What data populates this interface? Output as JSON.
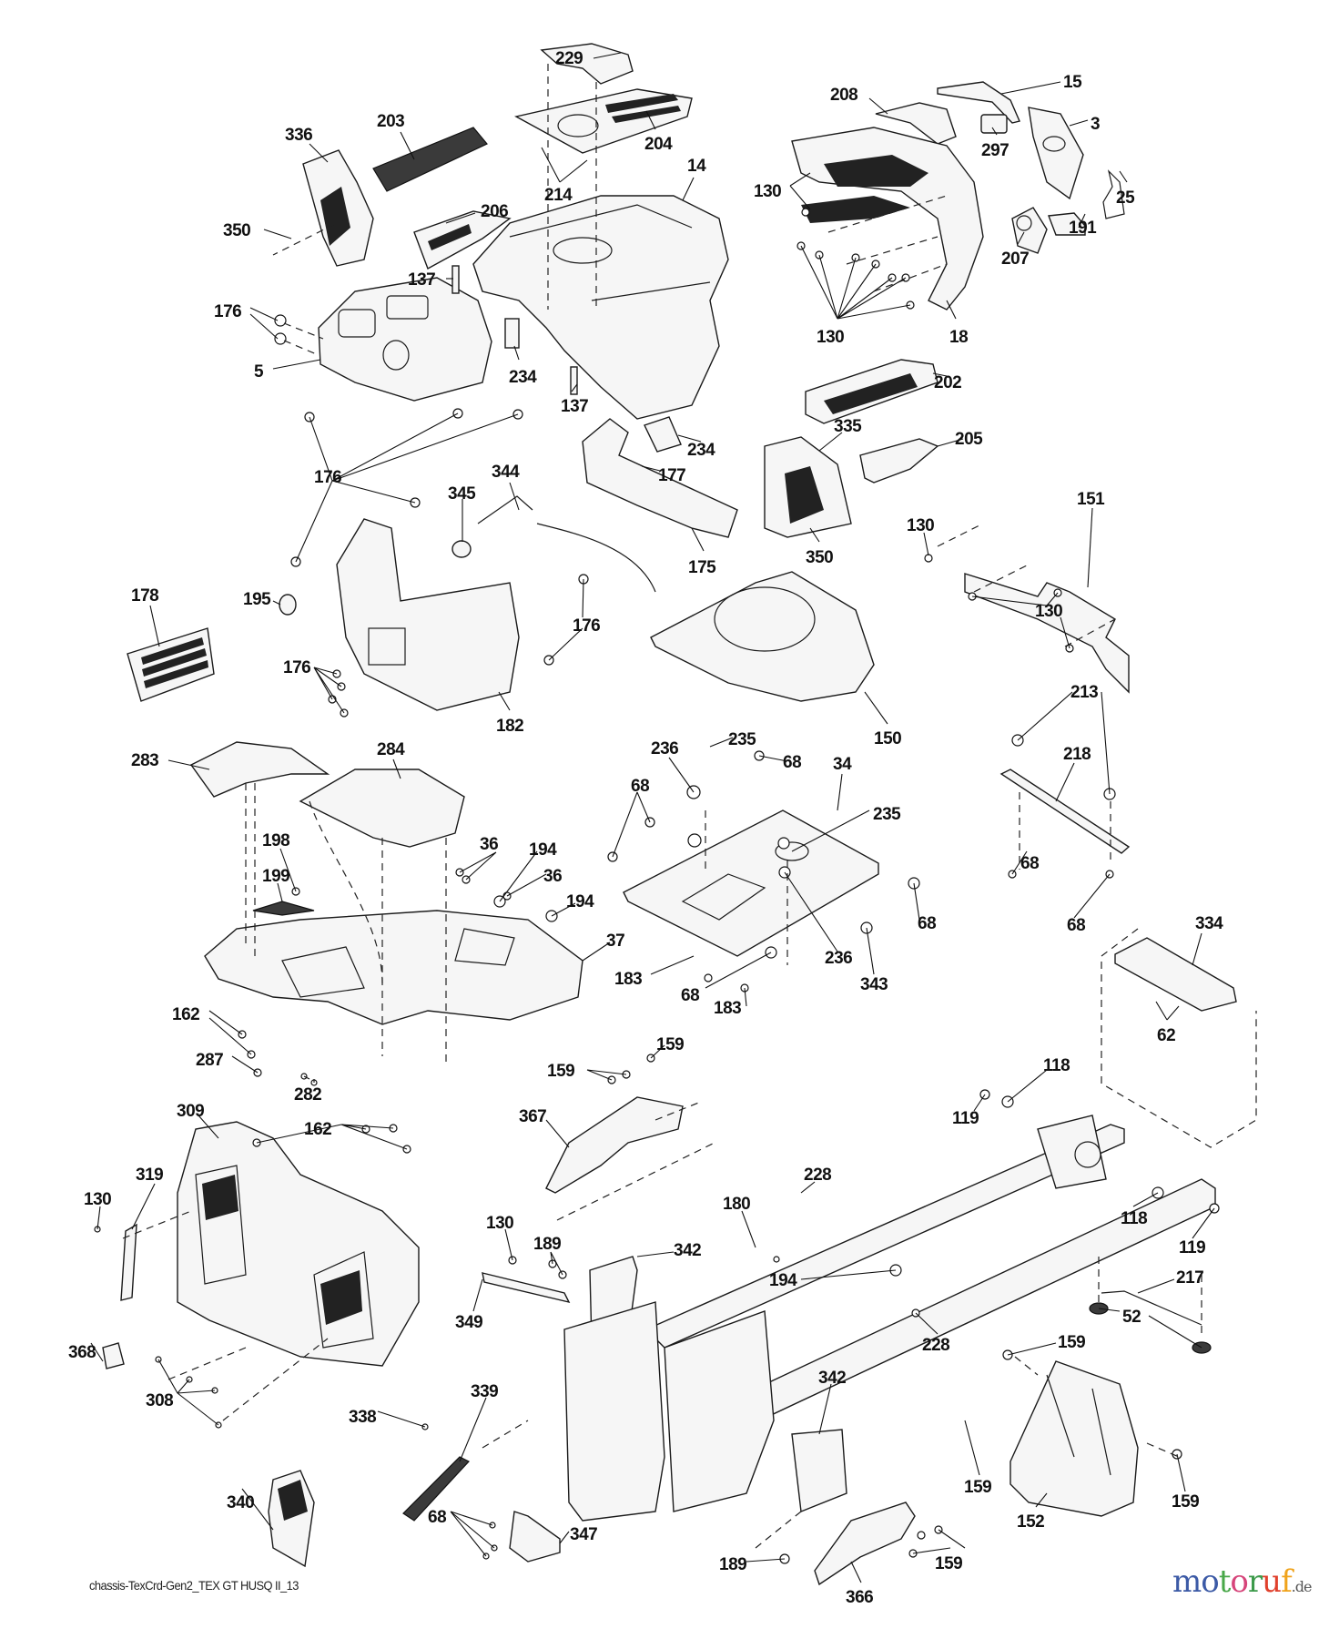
{
  "diagram": {
    "title_code": "chassis-TexCrd-Gen2_TEX GT HUSQ II_13",
    "logo": {
      "letters": [
        "m",
        "o",
        "t",
        "o",
        "r",
        "u",
        "f"
      ],
      "colors": [
        "#3c5aa6",
        "#3c5aa6",
        "#4aa84a",
        "#d6457a",
        "#3c9a4a",
        "#e0402c",
        "#f0a31c"
      ],
      "tld": ".de"
    },
    "callouts": [
      {
        "id": "c229",
        "label": "229"
      },
      {
        "id": "c204",
        "label": "204"
      },
      {
        "id": "c214",
        "label": "214"
      },
      {
        "id": "c14",
        "label": "14"
      },
      {
        "id": "c336",
        "label": "336"
      },
      {
        "id": "c203",
        "label": "203"
      },
      {
        "id": "c206",
        "label": "206"
      },
      {
        "id": "c350a",
        "label": "350"
      },
      {
        "id": "c137a",
        "label": "137"
      },
      {
        "id": "c176a",
        "label": "176"
      },
      {
        "id": "c5",
        "label": "5"
      },
      {
        "id": "c234a",
        "label": "234"
      },
      {
        "id": "c137b",
        "label": "137"
      },
      {
        "id": "c208",
        "label": "208"
      },
      {
        "id": "c15",
        "label": "15"
      },
      {
        "id": "c297",
        "label": "297"
      },
      {
        "id": "c3",
        "label": "3"
      },
      {
        "id": "c25",
        "label": "25"
      },
      {
        "id": "c191",
        "label": "191"
      },
      {
        "id": "c207",
        "label": "207"
      },
      {
        "id": "c130a",
        "label": "130"
      },
      {
        "id": "c130b",
        "label": "130"
      },
      {
        "id": "c18",
        "label": "18"
      },
      {
        "id": "c202",
        "label": "202"
      },
      {
        "id": "c234b",
        "label": "234"
      },
      {
        "id": "c177",
        "label": "177"
      },
      {
        "id": "c344",
        "label": "344"
      },
      {
        "id": "c345",
        "label": "345"
      },
      {
        "id": "c175",
        "label": "175"
      },
      {
        "id": "c335",
        "label": "335"
      },
      {
        "id": "c205",
        "label": "205"
      },
      {
        "id": "c350b",
        "label": "350"
      },
      {
        "id": "c176b",
        "label": "176"
      },
      {
        "id": "c151",
        "label": "151"
      },
      {
        "id": "c130c",
        "label": "130"
      },
      {
        "id": "c130d",
        "label": "130"
      },
      {
        "id": "c178",
        "label": "178"
      },
      {
        "id": "c195",
        "label": "195"
      },
      {
        "id": "c176c",
        "label": "176"
      },
      {
        "id": "c176d",
        "label": "176"
      },
      {
        "id": "c182",
        "label": "182"
      },
      {
        "id": "c150",
        "label": "150"
      },
      {
        "id": "c283",
        "label": "283"
      },
      {
        "id": "c284",
        "label": "284"
      },
      {
        "id": "c213",
        "label": "213"
      },
      {
        "id": "c218",
        "label": "218"
      },
      {
        "id": "c68a",
        "label": "68"
      },
      {
        "id": "c236a",
        "label": "236"
      },
      {
        "id": "c235a",
        "label": "235"
      },
      {
        "id": "c68b",
        "label": "68"
      },
      {
        "id": "c34",
        "label": "34"
      },
      {
        "id": "c68c",
        "label": "68"
      },
      {
        "id": "c235b",
        "label": "235"
      },
      {
        "id": "c198",
        "label": "198"
      },
      {
        "id": "c199",
        "label": "199"
      },
      {
        "id": "c36a",
        "label": "36"
      },
      {
        "id": "c194a",
        "label": "194"
      },
      {
        "id": "c36b",
        "label": "36"
      },
      {
        "id": "c194b",
        "label": "194"
      },
      {
        "id": "c37",
        "label": "37"
      },
      {
        "id": "c68d",
        "label": "68"
      },
      {
        "id": "c68e",
        "label": "68"
      },
      {
        "id": "c334",
        "label": "334"
      },
      {
        "id": "c183a",
        "label": "183"
      },
      {
        "id": "c68f",
        "label": "68"
      },
      {
        "id": "c236b",
        "label": "236"
      },
      {
        "id": "c343",
        "label": "343"
      },
      {
        "id": "c183b",
        "label": "183"
      },
      {
        "id": "c162a",
        "label": "162"
      },
      {
        "id": "c287",
        "label": "287"
      },
      {
        "id": "c282",
        "label": "282"
      },
      {
        "id": "c162b",
        "label": "162"
      },
      {
        "id": "c159a",
        "label": "159"
      },
      {
        "id": "c159b",
        "label": "159"
      },
      {
        "id": "c367",
        "label": "367"
      },
      {
        "id": "c62",
        "label": "62"
      },
      {
        "id": "c118a",
        "label": "118"
      },
      {
        "id": "c119a",
        "label": "119"
      },
      {
        "id": "c309",
        "label": "309"
      },
      {
        "id": "c130e",
        "label": "130"
      },
      {
        "id": "c319",
        "label": "319"
      },
      {
        "id": "c228a",
        "label": "228"
      },
      {
        "id": "c180",
        "label": "180"
      },
      {
        "id": "c118b",
        "label": "118"
      },
      {
        "id": "c119b",
        "label": "119"
      },
      {
        "id": "c130f",
        "label": "130"
      },
      {
        "id": "c189a",
        "label": "189"
      },
      {
        "id": "c342a",
        "label": "342"
      },
      {
        "id": "c194c",
        "label": "194"
      },
      {
        "id": "c217",
        "label": "217"
      },
      {
        "id": "c52",
        "label": "52"
      },
      {
        "id": "c349",
        "label": "349"
      },
      {
        "id": "c228b",
        "label": "228"
      },
      {
        "id": "c368",
        "label": "368"
      },
      {
        "id": "c159c",
        "label": "159"
      },
      {
        "id": "c308",
        "label": "308"
      },
      {
        "id": "c339",
        "label": "339"
      },
      {
        "id": "c338",
        "label": "338"
      },
      {
        "id": "c342b",
        "label": "342"
      },
      {
        "id": "c340",
        "label": "340"
      },
      {
        "id": "c159d",
        "label": "159"
      },
      {
        "id": "c152",
        "label": "152"
      },
      {
        "id": "c159e",
        "label": "159"
      },
      {
        "id": "c68g",
        "label": "68"
      },
      {
        "id": "c347",
        "label": "347"
      },
      {
        "id": "c189b",
        "label": "189"
      },
      {
        "id": "c159f",
        "label": "159"
      },
      {
        "id": "c366",
        "label": "366"
      }
    ]
  }
}
